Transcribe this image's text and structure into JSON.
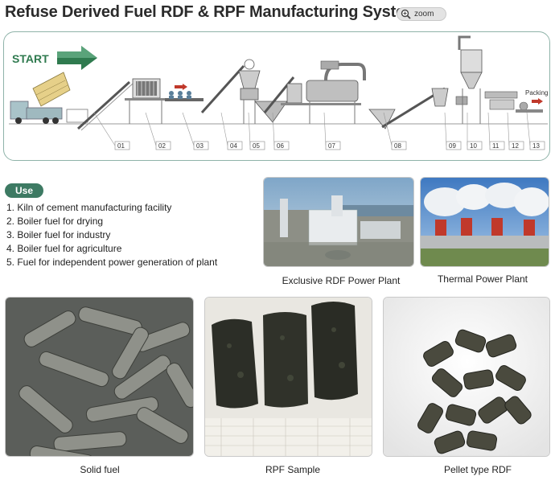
{
  "title": "Refuse Derived Fuel RDF & RPF Manufacturing System",
  "zoom_label": "zoom",
  "process": {
    "start_label": "START",
    "packing_label": "Packing",
    "step_numbers": [
      "01",
      "02",
      "03",
      "04",
      "05",
      "06",
      "07",
      "08",
      "09",
      "10",
      "11",
      "12",
      "13"
    ]
  },
  "use": {
    "badge": "Use",
    "items": [
      "1. Kiln of cement manufacturing facility",
      "2. Boiler fuel for drying",
      "3. Boiler fuel for industry",
      "4. Boiler fuel for agriculture",
      "5. Fuel for independent power generation of plant"
    ]
  },
  "captions": {
    "rdf_plant": "Exclusive RDF Power Plant",
    "thermal_plant": "Thermal Power Plant",
    "solid_fuel": "Solid fuel",
    "rpf_sample": "RPF Sample",
    "pellet_rdf": "Pellet type RDF"
  },
  "colors": {
    "accent_green": "#3d7a63",
    "start_green": "#2f7a4f",
    "frame_border": "#8fb3a9"
  }
}
